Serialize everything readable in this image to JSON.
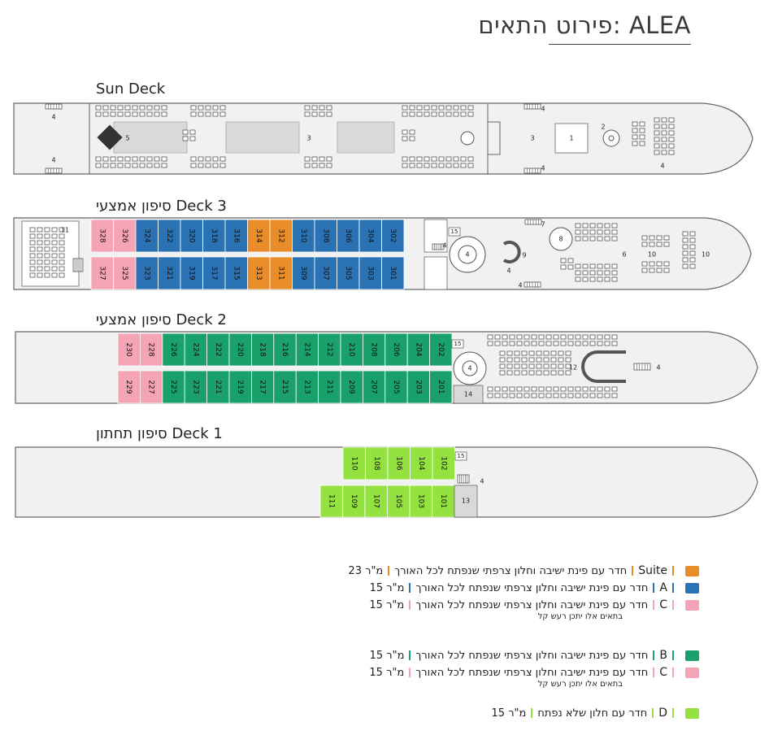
{
  "title": "פירוט התאים: ALEA",
  "decks": {
    "sun": {
      "label": "Sun Deck",
      "numbers": [
        "4",
        "4",
        "5",
        "3",
        "3",
        "1",
        "2",
        "4",
        "4",
        "4"
      ]
    },
    "deck3": {
      "label": "סיפון אמצעי  Deck 3",
      "top": [
        "328",
        "326",
        "324",
        "322",
        "320",
        "318",
        "316",
        "314",
        "312",
        "310",
        "308",
        "306",
        "304",
        "302"
      ],
      "bottom": [
        "327",
        "325",
        "323",
        "321",
        "319",
        "317",
        "315",
        "313",
        "311",
        "309",
        "307",
        "305",
        "303",
        "301"
      ],
      "misc": [
        "11",
        "15",
        "4",
        "4",
        "7",
        "8",
        "9",
        "4",
        "6",
        "10",
        "4",
        "4"
      ]
    },
    "deck2": {
      "label": "סיפון אמצעי  Deck 2",
      "top": [
        "230",
        "228",
        "226",
        "224",
        "222",
        "220",
        "218",
        "216",
        "214",
        "212",
        "210",
        "208",
        "206",
        "204",
        "202"
      ],
      "bottom": [
        "229",
        "227",
        "225",
        "223",
        "221",
        "219",
        "217",
        "215",
        "213",
        "211",
        "209",
        "207",
        "205",
        "203",
        "201"
      ],
      "misc": [
        "15",
        "4",
        "14",
        "12",
        "4"
      ]
    },
    "deck1": {
      "label": "סיפון תחתון  Deck 1",
      "top": [
        "110",
        "108",
        "106",
        "104",
        "102"
      ],
      "bottom": [
        "111",
        "109",
        "107",
        "105",
        "103",
        "101"
      ],
      "misc": [
        "15",
        "4",
        "13"
      ]
    }
  },
  "colors": {
    "suite": "#e98d2a",
    "a": "#2a72b3",
    "c": "#f4a4b4",
    "b": "#1aa06a",
    "d": "#93e23f",
    "hull": "#f1f1f1",
    "line": "#666666"
  },
  "legend": [
    {
      "cat": "Suite",
      "desc": "חדר עם פינת ישיבה וחלון צרפתי שנפתח לכל האורך",
      "size": "23 מ\"ר",
      "color": "#e98d2a"
    },
    {
      "cat": "A",
      "desc": "חדר עם פינת ישיבה וחלון צרפתי שנפתח לכל האורך",
      "size": "15 מ\"ר",
      "color": "#2a72b3"
    },
    {
      "cat": "C",
      "desc": "חדר עם פינת ישיבה וחלון צרפתי שנפתח לכל האורך",
      "size": "15 מ\"ר",
      "color": "#f4a4b4",
      "note": "בתאים אלו יתכן רעש קל"
    },
    {
      "cat": "B",
      "desc": "חדר עם פינת ישיבה וחלון צרפתי שנפתח לכל האורך",
      "size": "15 מ\"ר",
      "color": "#1aa06a"
    },
    {
      "cat": "C",
      "desc": "חדר עם פינת ישיבה וחלון צרפתי שנפתח לכל האורך",
      "size": "15 מ\"ר",
      "color": "#f4a4b4",
      "note": "בתאים אלו יתכן רעש קל"
    },
    {
      "cat": "D",
      "desc": "חדר עם חלון שלא נפתח",
      "size": "15 מ\"ר",
      "color": "#93e23f"
    }
  ]
}
